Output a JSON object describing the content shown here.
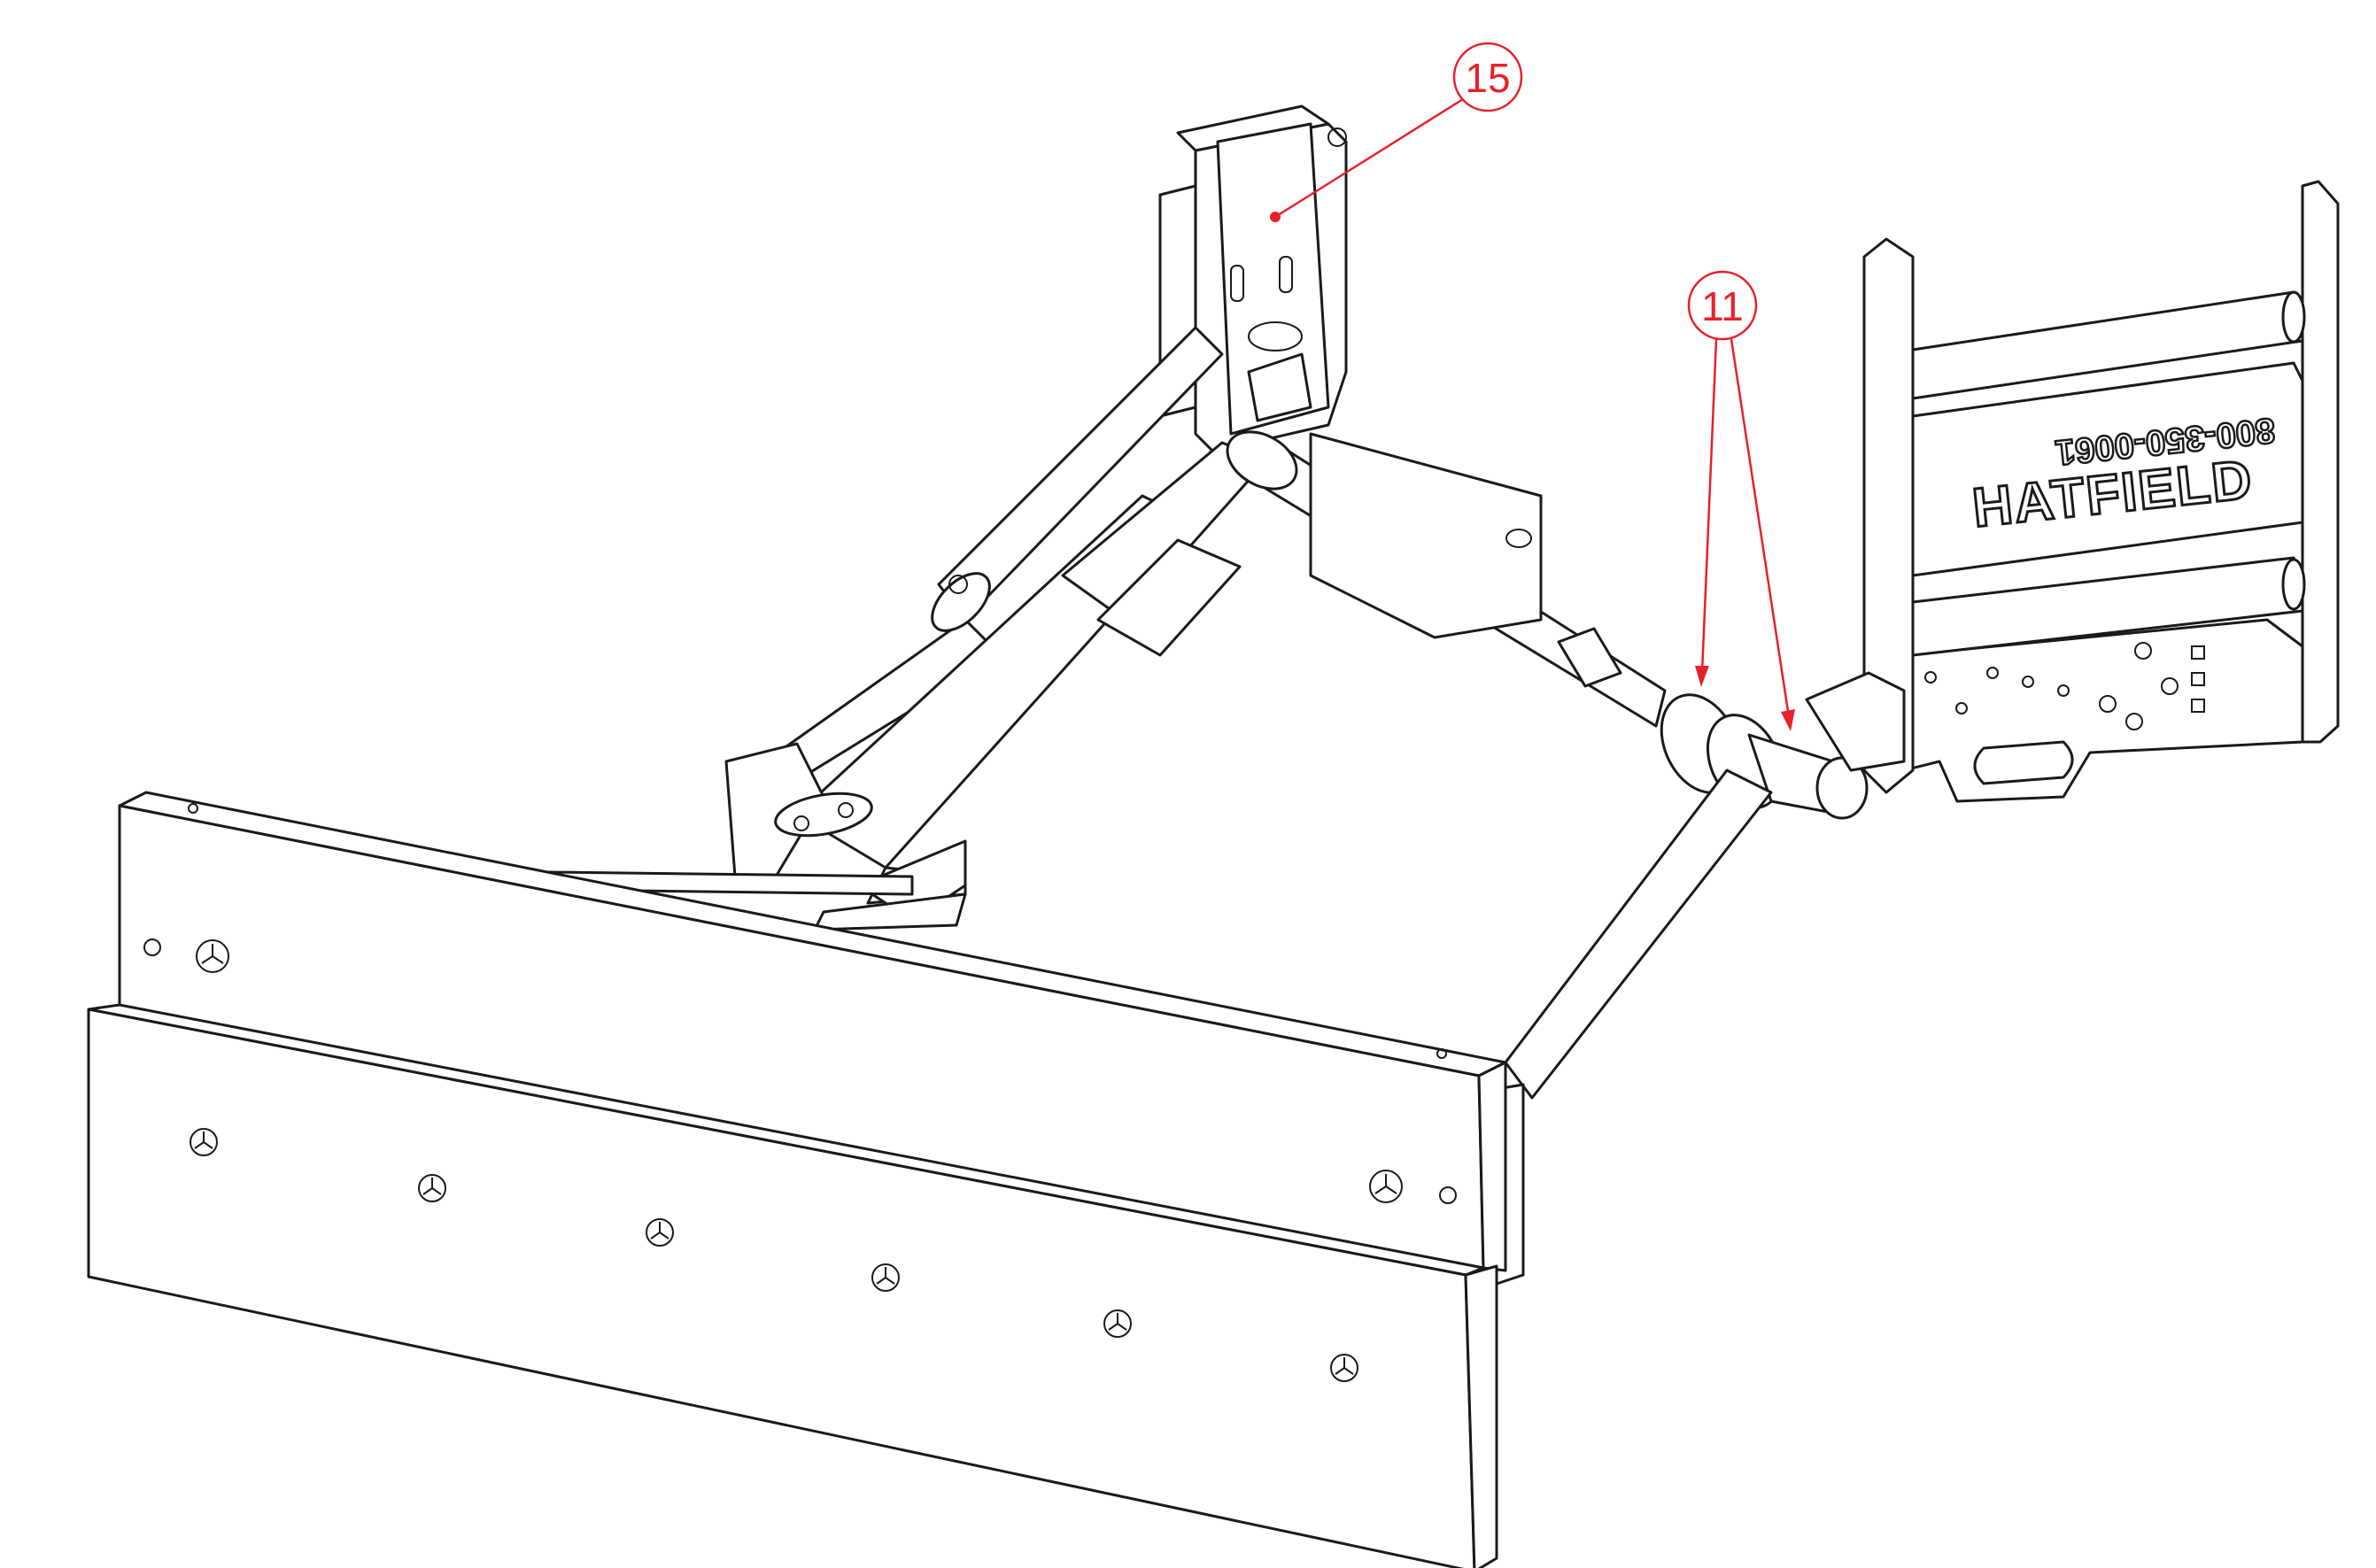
{
  "callouts": [
    {
      "id": "15",
      "label": "15"
    },
    {
      "id": "11",
      "label": "11"
    }
  ],
  "mount_plate": {
    "brand_text": "HATFIELD",
    "phone_text": "800-350-0061"
  },
  "colors": {
    "line": "#1a1a1a",
    "callout": "#e8202a",
    "background": "#ffffff"
  }
}
